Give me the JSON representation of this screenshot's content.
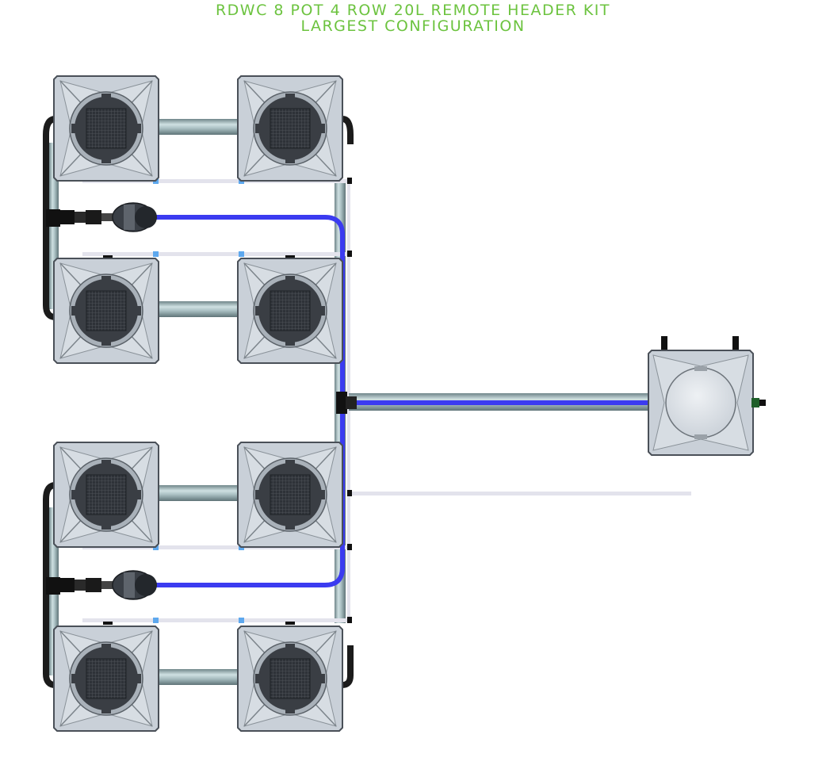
{
  "title": {
    "line1": "RDWC 8 POT 4 ROW 20L REMOTE HEADER KIT",
    "line2": "LARGEST CONFIGURATION"
  },
  "colors": {
    "title": "#6cc33f",
    "tank_body": "#c9d0d8",
    "tank_outline": "#4a5058",
    "basket": "#3a3e44",
    "pipe": "#9fb3b8",
    "feed_line": "#3b3bf0",
    "return_line": "#e3e3ec",
    "fitting": "#111111",
    "connector_blue": "#5da8ee"
  },
  "components": {
    "grow_pots": 8,
    "rows": 4,
    "pumps": 2,
    "control_bin": 1
  }
}
